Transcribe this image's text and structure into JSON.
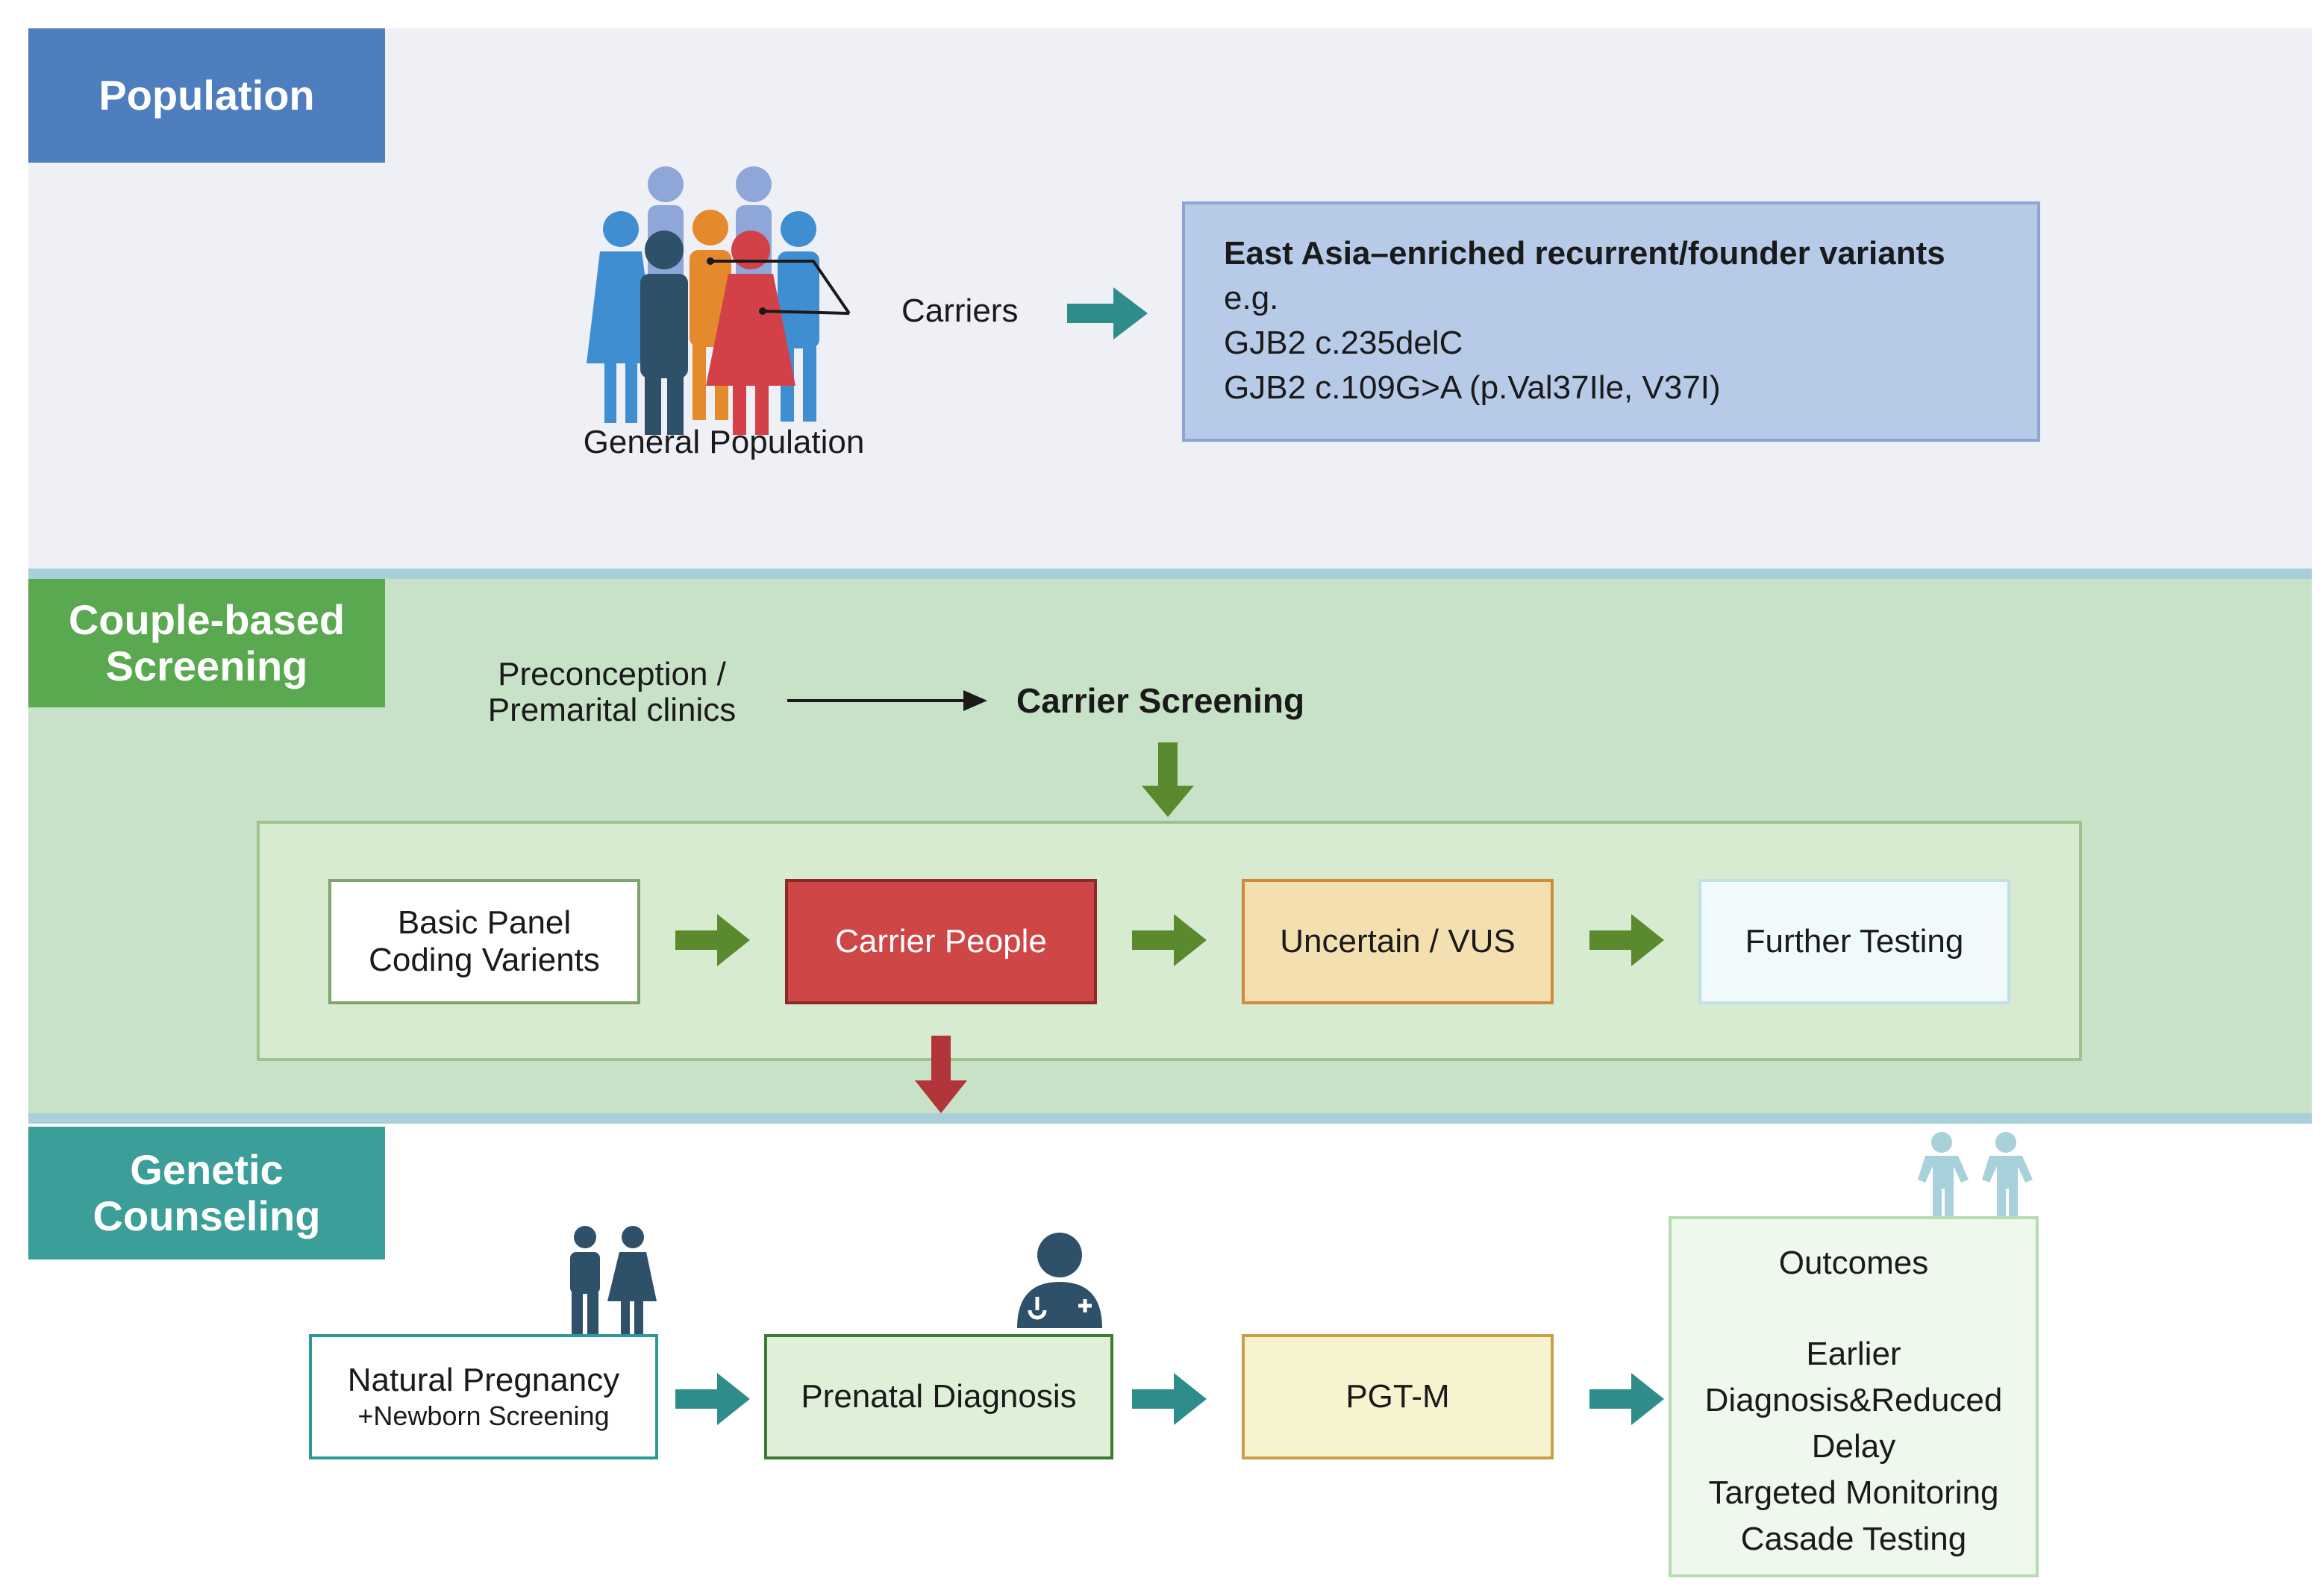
{
  "colors": {
    "population_tab": "#4f7ebf",
    "population_band": "#eef0f6",
    "couple_tab": "#5aa84f",
    "couple_band": "#c7e2c7",
    "genetic_tab": "#3b9e98",
    "divider": "#a9d0d8",
    "carrier_box": "#cf4646",
    "vus_box": "#f4dfb0",
    "further_box": "#f1fafb",
    "teal_arrow": "#2e8d8a",
    "green_arrow": "#5a8a2d",
    "red_arrow": "#b2353a",
    "variant_box": "#b7cbe8"
  },
  "population": {
    "tab_label": "Population",
    "carriers_label": "Carriers",
    "general_population_label": "General Population",
    "people_icon": "people-group-icon",
    "variants_box": {
      "title": "East Asia–enriched recurrent/founder variants",
      "lines": [
        "e.g.",
        "GJB2 c.235delC",
        "GJB2 c.109G>A (p.Val37Ile, V37I)"
      ]
    }
  },
  "couple_screening": {
    "tab_label_line1": "Couple-based",
    "tab_label_line2": "Screening",
    "clinic_line1": "Preconception /",
    "clinic_line2": "Premarital clinics",
    "carrier_screening": "Carrier Screening",
    "steps": {
      "basic_line1": "Basic Panel",
      "basic_line2": "Coding Varients",
      "carrier": "Carrier People",
      "vus": "Uncertain / VUS",
      "further": "Further Testing"
    }
  },
  "genetic_counseling": {
    "tab_label_line1": "Genetic",
    "tab_label_line2": "Counseling",
    "natural_line1": "Natural Pregnancy",
    "natural_line2": "+Newborn Screening",
    "prenatal": "Prenatal Diagnosis",
    "pgtm": "PGT-M",
    "outcomes": {
      "title": "Outcomes",
      "lines": [
        "Earlier",
        "Diagnosis&Reduced",
        "Delay",
        "Targeted Monitoring",
        "Casade Testing"
      ]
    },
    "couple_icon": "couple-icon",
    "doctor_icon": "doctor-icon",
    "children_icon": "children-icon"
  }
}
